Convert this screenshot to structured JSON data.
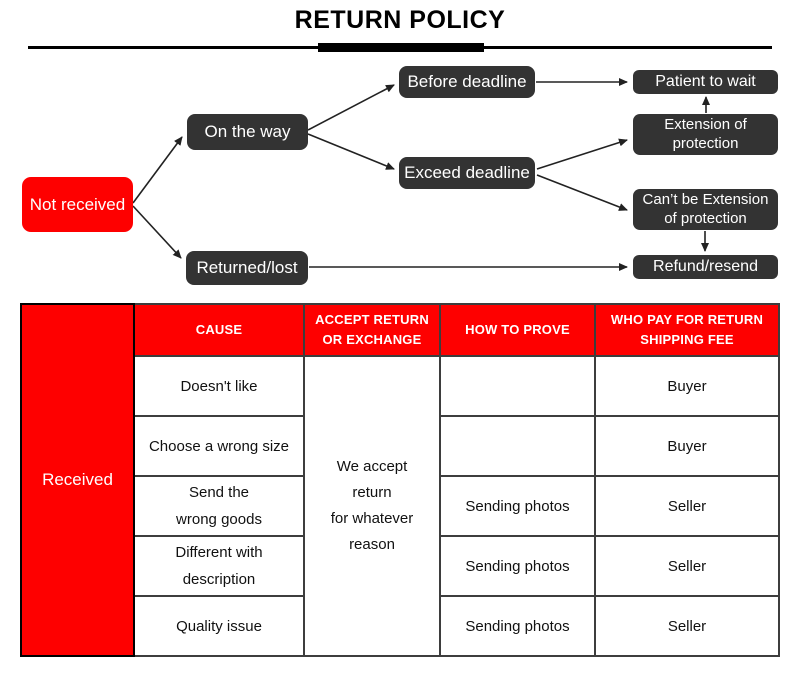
{
  "title": "RETURN POLICY",
  "colors": {
    "accent_red": "#fe0000",
    "node_dark": "#333333",
    "arrow": "#222222",
    "rule_black": "#000000"
  },
  "flowchart": {
    "nodes": {
      "not_received": "Not received",
      "on_the_way": "On the way",
      "returned_lost": "Returned/lost",
      "before_deadline": "Before deadline",
      "exceed_deadline": "Exceed deadline",
      "patient_to_wait": "Patient to wait",
      "extension_of_protection": "Extension of\nprotection",
      "cant_be_extension": "Can’t be Extension\nof protection",
      "refund_resend": "Refund/resend"
    }
  },
  "table": {
    "row_group_label": "Received",
    "headers": {
      "cause": "CAUSE",
      "accept": "ACCEPT RETURN\nOR EXCHANGE",
      "prove": "HOW TO PROVE",
      "payer": "WHO PAY FOR RETURN\nSHIPPING FEE"
    },
    "accept_merged_cell": "We accept\nreturn\nfor whatever\nreason",
    "rows": [
      {
        "cause": "Doesn't like",
        "prove": "",
        "payer": "Buyer"
      },
      {
        "cause": "Choose a wrong size",
        "prove": "",
        "payer": "Buyer"
      },
      {
        "cause": "Send the\nwrong goods",
        "prove": "Sending photos",
        "payer": "Seller"
      },
      {
        "cause": "Different with\ndescription",
        "prove": "Sending photos",
        "payer": "Seller"
      },
      {
        "cause": "Quality issue",
        "prove": "Sending photos",
        "payer": "Seller"
      }
    ]
  }
}
